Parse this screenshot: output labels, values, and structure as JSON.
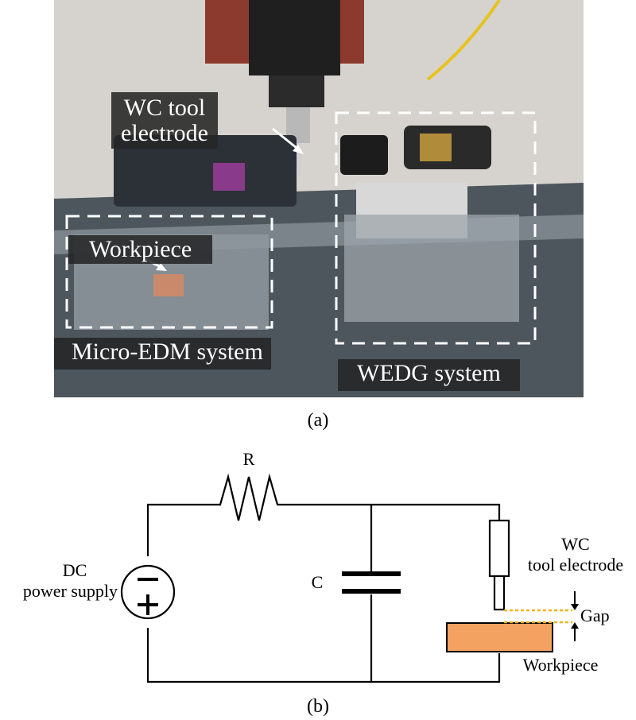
{
  "panel_a": {
    "caption": "(a)",
    "labels": {
      "wc_tool_line1": "WC tool",
      "wc_tool_line2": "electrode",
      "workpiece": "Workpiece",
      "micro_edm": "Micro-EDM system",
      "wedg": "WEDG system"
    }
  },
  "panel_b": {
    "caption": "(b)",
    "labels": {
      "resistor": "R",
      "capacitor": "C",
      "dc_line1": "DC",
      "dc_line2": "power supply",
      "wc_line1": "WC",
      "wc_line2": "tool electrode",
      "gap": "Gap",
      "workpiece": "Workpiece"
    }
  },
  "colors": {
    "workpiece_fill": "#f4a261",
    "gap_line": "#f2b21b",
    "dashed_box": "#ffffff"
  }
}
